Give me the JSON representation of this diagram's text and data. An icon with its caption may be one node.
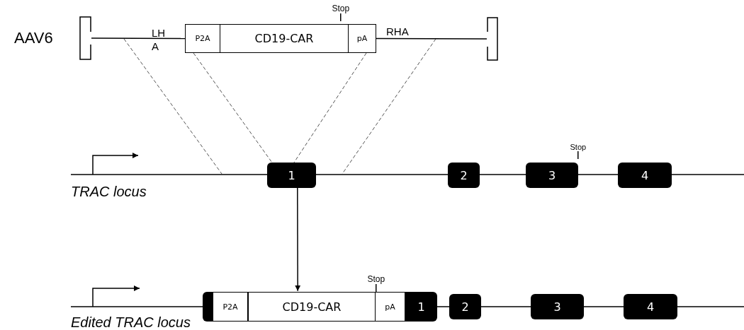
{
  "diagram": {
    "nodes": [
      {
        "text": [],
        "shape": "bar"
      },
      {
        "text": [
          "P2A"
        ]
      },
      {
        "text": [
          "CD19-CAR"
        ],
        "beside": [
          "Stop"
        ]
      },
      {
        "text": [
          "pA"
        ]
      },
      {
        "text": [],
        "shape": "bar"
      },
      {
        "text": [
          "1"
        ]
      },
      {
        "text": [
          "2"
        ]
      },
      {
        "text": [
          "3"
        ],
        "beside": [
          "Stop"
        ]
      },
      {
        "text": [
          "4"
        ]
      },
      {
        "text": [],
        "shape": "box"
      },
      {
        "text": [
          "P2A"
        ]
      },
      {
        "text": [
          "CD19-CAR"
        ]
      },
      {
        "text": [
          "pA"
        ],
        "beside": [
          "Stop"
        ]
      },
      {
        "text": [
          "1"
        ]
      },
      {
        "text": [
          "2"
        ]
      },
      {
        "text": [
          "3"
        ]
      },
      {
        "text": [
          "4"
        ]
      }
    ],
    "edges": [
      {
        "from": 0,
        "to": 1,
        "arrow": "none"
      },
      {
        "from": 3,
        "to": 4,
        "arrow": "none"
      },
      {
        "from": 1,
        "to": 5,
        "arrow": "none",
        "style": "dashed"
      },
      {
        "from": 3,
        "to": 5,
        "arrow": "none",
        "style": "dashed"
      },
      {
        "from": 5,
        "to": 11,
        "arrow": "to"
      }
    ],
    "labels": [
      "AAV6",
      "LH A",
      "RHA",
      "TRAC locus",
      "Edited TRAC locus"
    ]
  }
}
